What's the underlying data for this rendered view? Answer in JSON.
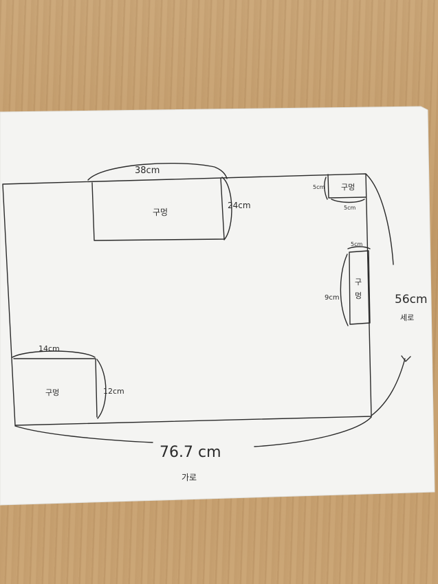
{
  "diagram": {
    "top_hole": {
      "label": "구멍",
      "width": "38cm",
      "height": "24cm"
    },
    "corner_hole": {
      "label": "구멍",
      "width": "5cm",
      "height": "5cm"
    },
    "side_hole": {
      "label_1": "구",
      "label_2": "멍",
      "width": "5cm",
      "height": "9cm"
    },
    "bottom_hole": {
      "label": "구멍",
      "width": "14cm",
      "height": "12cm"
    },
    "overall": {
      "width": "76.7 cm",
      "width_caption": "가로",
      "height": "56cm",
      "height_caption": "세로"
    }
  }
}
